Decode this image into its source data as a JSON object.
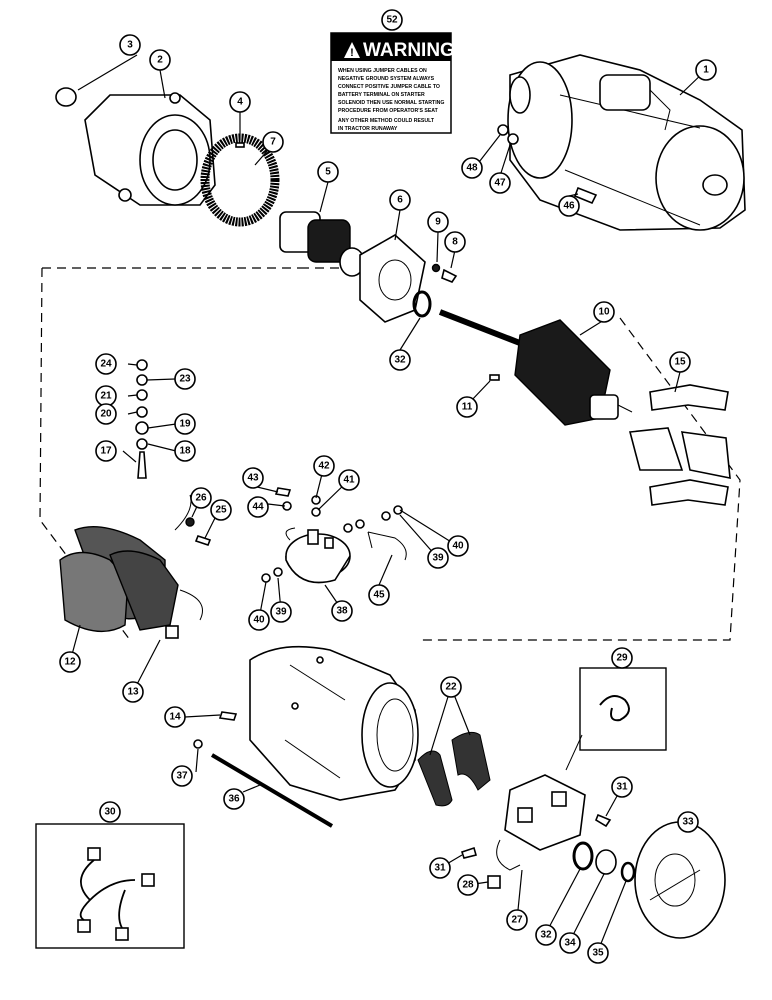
{
  "warning_label": {
    "title": "WARNING",
    "lines": [
      "WHEN USING JUMPER CABLES ON",
      "NEGATIVE GROUND SYSTEM ALWAYS",
      "CONNECT POSITIVE JUMPER CABLE TO",
      "BATTERY TERMINAL ON STARTER",
      "SOLENOID THEN USE NORMAL STARTING",
      "PROCEDURE FROM OPERATOR'S SEAT",
      "ANY OTHER METHOD COULD RESULT",
      "IN TRACTOR RUNAWAY"
    ]
  },
  "callouts": [
    "52",
    "1",
    "2",
    "3",
    "4",
    "5",
    "6",
    "7",
    "8",
    "9",
    "10",
    "11",
    "12",
    "13",
    "14",
    "15",
    "17",
    "18",
    "19",
    "20",
    "21",
    "22",
    "23",
    "24",
    "25",
    "26",
    "27",
    "28",
    "29",
    "30",
    "31",
    "31b",
    "32",
    "32b",
    "33",
    "34",
    "35",
    "36",
    "37",
    "38",
    "39",
    "39b",
    "40",
    "40b",
    "41",
    "42",
    "43",
    "44",
    "45",
    "46",
    "47",
    "48"
  ],
  "callout_labels": {
    "c52": "52",
    "c1": "1",
    "c2": "2",
    "c3": "3",
    "c4": "4",
    "c5": "5",
    "c6": "6",
    "c7": "7",
    "c8": "8",
    "c9": "9",
    "c10": "10",
    "c11": "11",
    "c12": "12",
    "c13": "13",
    "c14": "14",
    "c15": "15",
    "c17": "17",
    "c18": "18",
    "c19": "19",
    "c20": "20",
    "c21": "21",
    "c22": "22",
    "c23": "23",
    "c24": "24",
    "c25": "25",
    "c26": "26",
    "c27": "27",
    "c28": "28",
    "c29": "29",
    "c30": "30",
    "c31": "31",
    "c31b": "31",
    "c32": "32",
    "c32b": "32",
    "c33": "33",
    "c34": "34",
    "c35": "35",
    "c36": "36",
    "c37": "37",
    "c38": "38",
    "c39": "39",
    "c39b": "39",
    "c40": "40",
    "c40b": "40",
    "c41": "41",
    "c42": "42",
    "c43": "43",
    "c44": "44",
    "c45": "45",
    "c46": "46",
    "c47": "47",
    "c48": "48"
  }
}
